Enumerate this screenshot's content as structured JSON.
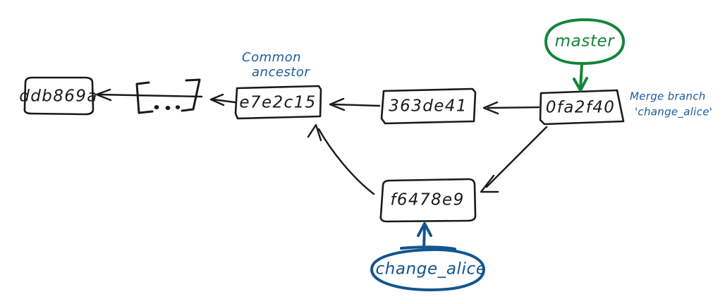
{
  "diagram": {
    "title": "Git merge commit graph",
    "background_color": "#ffffff",
    "ink_color": "#1a1a1a",
    "accent_green": "#14843a",
    "accent_blue": "#12558f",
    "annotation_blue": "#1b5a9c"
  },
  "commits": [
    {
      "id": "ddb869a",
      "label": "ddb869a"
    },
    {
      "id": "ellipsis",
      "label": "[ ... ]"
    },
    {
      "id": "e7e2c15",
      "label": "e7e2c15"
    },
    {
      "id": "363de41",
      "label": "363de41"
    },
    {
      "id": "0fa2f40",
      "label": "0fa2f40"
    },
    {
      "id": "f6478e9",
      "label": "f6478e9"
    }
  ],
  "branches": [
    {
      "name": "master",
      "label": "master",
      "color": "#14843a",
      "points_to": "0fa2f40"
    },
    {
      "name": "change_alice",
      "label": "change_alice",
      "color": "#12558f",
      "points_to": "f6478e9"
    }
  ],
  "annotations": [
    {
      "id": "common-ancestor",
      "line1": "Common",
      "line2": "ancestor",
      "color": "#1b5a9c",
      "targets": "e7e2c15"
    },
    {
      "id": "merge-message",
      "line1": "Merge branch",
      "line2": "'change_alice'",
      "color": "#1b5a9c",
      "targets": "0fa2f40"
    }
  ],
  "edges": [
    {
      "from": "ellipsis",
      "to": "ddb869a"
    },
    {
      "from": "e7e2c15",
      "to": "ellipsis"
    },
    {
      "from": "363de41",
      "to": "e7e2c15"
    },
    {
      "from": "0fa2f40",
      "to": "363de41"
    },
    {
      "from": "f6478e9",
      "to": "e7e2c15"
    },
    {
      "from": "0fa2f40",
      "to": "f6478e9"
    }
  ]
}
